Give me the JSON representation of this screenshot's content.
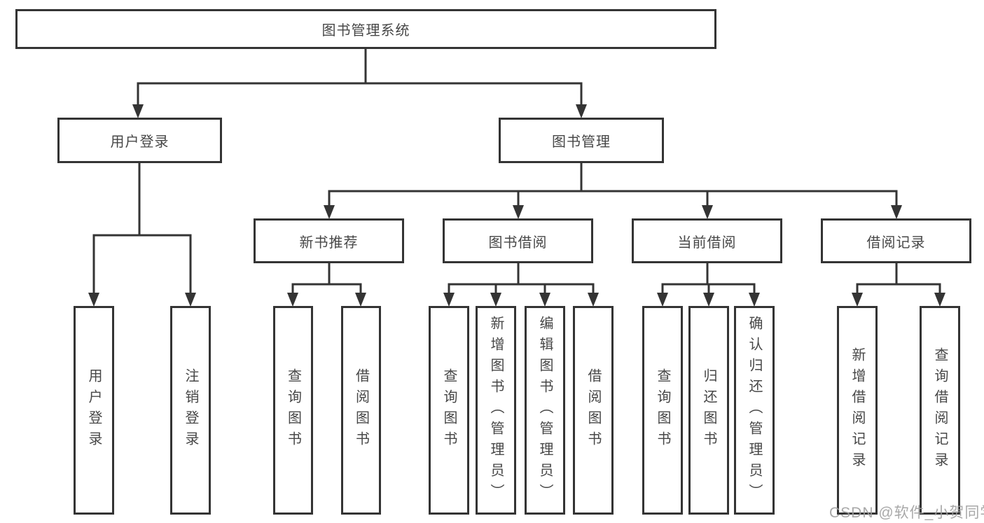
{
  "diagram": {
    "title_node": "图书管理系统",
    "branches": [
      {
        "label": "用户登录",
        "children": [
          "用户登录",
          "注销登录"
        ]
      },
      {
        "label": "图书管理",
        "groups": [
          {
            "label": "新书推荐",
            "children": [
              "查询图书",
              "借阅图书"
            ]
          },
          {
            "label": "图书借阅",
            "children": [
              "查询图书",
              "新增图书（管理员）",
              "编辑图书（管理员）",
              "借阅图书"
            ]
          },
          {
            "label": "当前借阅",
            "children": [
              "查询图书",
              "归还图书",
              "确认归还（管理员）"
            ]
          },
          {
            "label": "借阅记录",
            "children": [
              "新增借阅记录",
              "查询借阅记录"
            ]
          }
        ]
      }
    ]
  },
  "watermark": "CSDN @软件_小贺同学",
  "colors": {
    "line": "#343434",
    "box_border": "#343434",
    "text": "#474747",
    "watermark": "#9e9e9e",
    "background": "#ffffff"
  }
}
